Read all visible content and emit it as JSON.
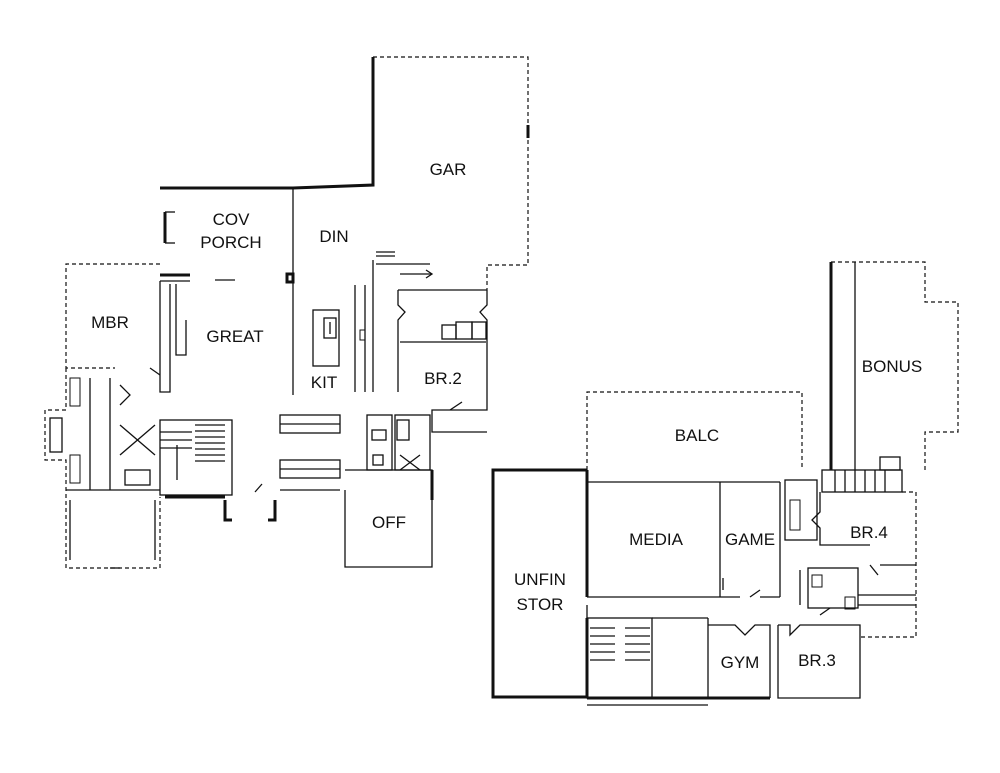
{
  "main_floor": {
    "labels": {
      "garage": "GAR",
      "covered_porch_line1": "COV",
      "covered_porch_line2": "PORCH",
      "dining": "DIN",
      "master_bedroom": "MBR",
      "great_room": "GREAT",
      "kitchen": "KIT",
      "bedroom_2": "BR.2",
      "office": "OFF"
    }
  },
  "upper_floor": {
    "labels": {
      "bonus": "BONUS",
      "balcony": "BALC",
      "media": "MEDIA",
      "game": "GAME",
      "bedroom_4": "BR.4",
      "unfinished_storage_line1": "UNFIN",
      "unfinished_storage_line2": "STOR",
      "gym": "GYM",
      "bedroom_3": "BR.3"
    }
  },
  "colors": {
    "line": "#111111",
    "background": "#ffffff"
  }
}
